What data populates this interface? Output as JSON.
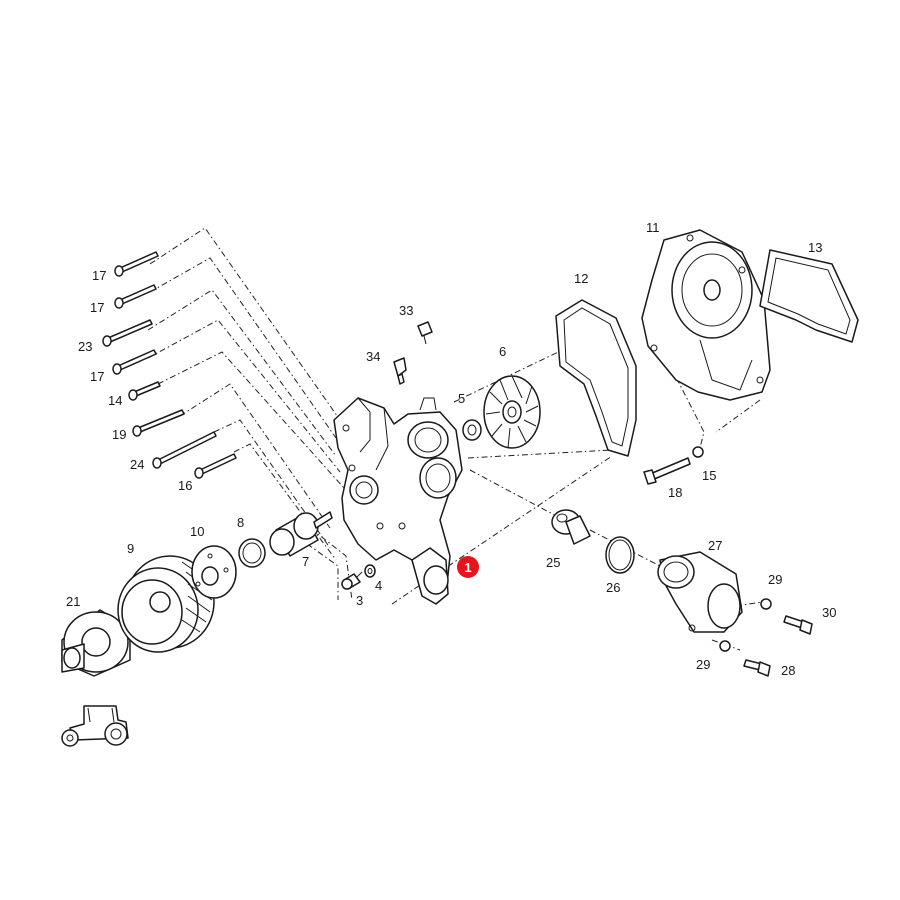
{
  "colors": {
    "line": "#1a1a1a",
    "highlight": "#e8141c",
    "background": "#ffffff"
  },
  "highlight_badge": "1",
  "callouts": {
    "c3": "3",
    "c4": "4",
    "c5": "5",
    "c6": "6",
    "c7": "7",
    "c8": "8",
    "c9": "9",
    "c10": "10",
    "c11": "11",
    "c12": "12",
    "c13": "13",
    "c14": "14",
    "c15": "15",
    "c16": "16",
    "c17a": "17",
    "c17b": "17",
    "c17c": "17",
    "c18": "18",
    "c19": "19",
    "c21": "21",
    "c23": "23",
    "c24": "24",
    "c25": "25",
    "c26": "26",
    "c27": "27",
    "c28": "28",
    "c29a": "29",
    "c29b": "29",
    "c30": "30",
    "c33": "33",
    "c34": "34"
  },
  "icons": [
    "tractor-icon"
  ]
}
